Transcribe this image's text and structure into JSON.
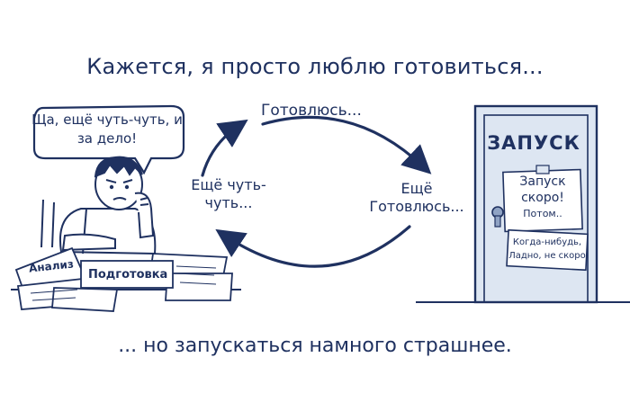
{
  "title": "Кажется, я просто люблю готовиться...",
  "footer": "... но запускаться намного страшнее.",
  "speech_bubble": "Ща, ещё чуть-чуть, и за дело!",
  "cycle": {
    "top": "Готовлюсь...",
    "right": "Ещё Готовлюсь...",
    "left": "Ещё чуть-чуть..."
  },
  "door": {
    "title": "ЗАПУСК",
    "note_main": "Запуск скоро!",
    "note_sub": "Потом..",
    "note_scrawl": "Когда-нибудь, Ладно, не скоро"
  },
  "papers": {
    "label_1": "Анализ",
    "label_2": "Подготовка"
  },
  "colors": {
    "ink": "#1f3160",
    "door_fill": "#dde6f2",
    "paper": "#ffffff"
  }
}
